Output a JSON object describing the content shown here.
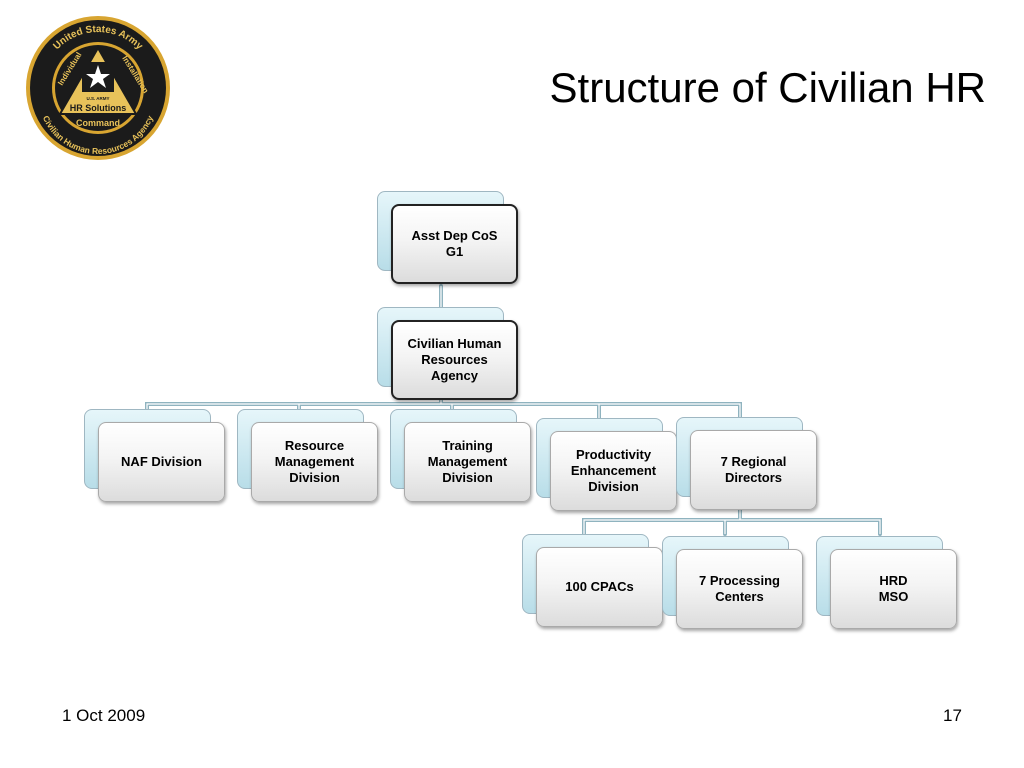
{
  "slide": {
    "title": "Structure of Civilian HR",
    "date": "1 Oct 2009",
    "page_number": "17"
  },
  "logo": {
    "ring_text_top": "United States Army",
    "ring_text_bottom": "Civilian Human Resources Agency",
    "left_text": "Individual",
    "right_text": "Installation",
    "inner_line1": "HR Solutions",
    "inner_line2": "Command",
    "badge_text": "U.S. ARMY",
    "colors": {
      "ring": "#1b1b1b",
      "gold": "#d8a531",
      "triangle": "#e8c25a",
      "text_gold": "#e8c25a"
    }
  },
  "org_chart": {
    "top": {
      "label": "Asst Dep CoS\nG1"
    },
    "agency": {
      "label": "Civilian Human\nResources\nAgency"
    },
    "divisions": [
      {
        "label": "NAF Division"
      },
      {
        "label": "Resource\nManagement\nDivision"
      },
      {
        "label": "Training\nManagement\nDivision"
      },
      {
        "label": "Productivity\nEnhancement\nDivision"
      },
      {
        "label": "7 Regional\nDirectors"
      }
    ],
    "regional_units": [
      {
        "label": "100  CPACs"
      },
      {
        "label": "7 Processing\nCenters"
      },
      {
        "label": "HRD\nMSO"
      }
    ],
    "colors": {
      "connector": "#8fb3bf",
      "back_box": "#b8dde8",
      "front_box": "#eeeeee"
    }
  }
}
